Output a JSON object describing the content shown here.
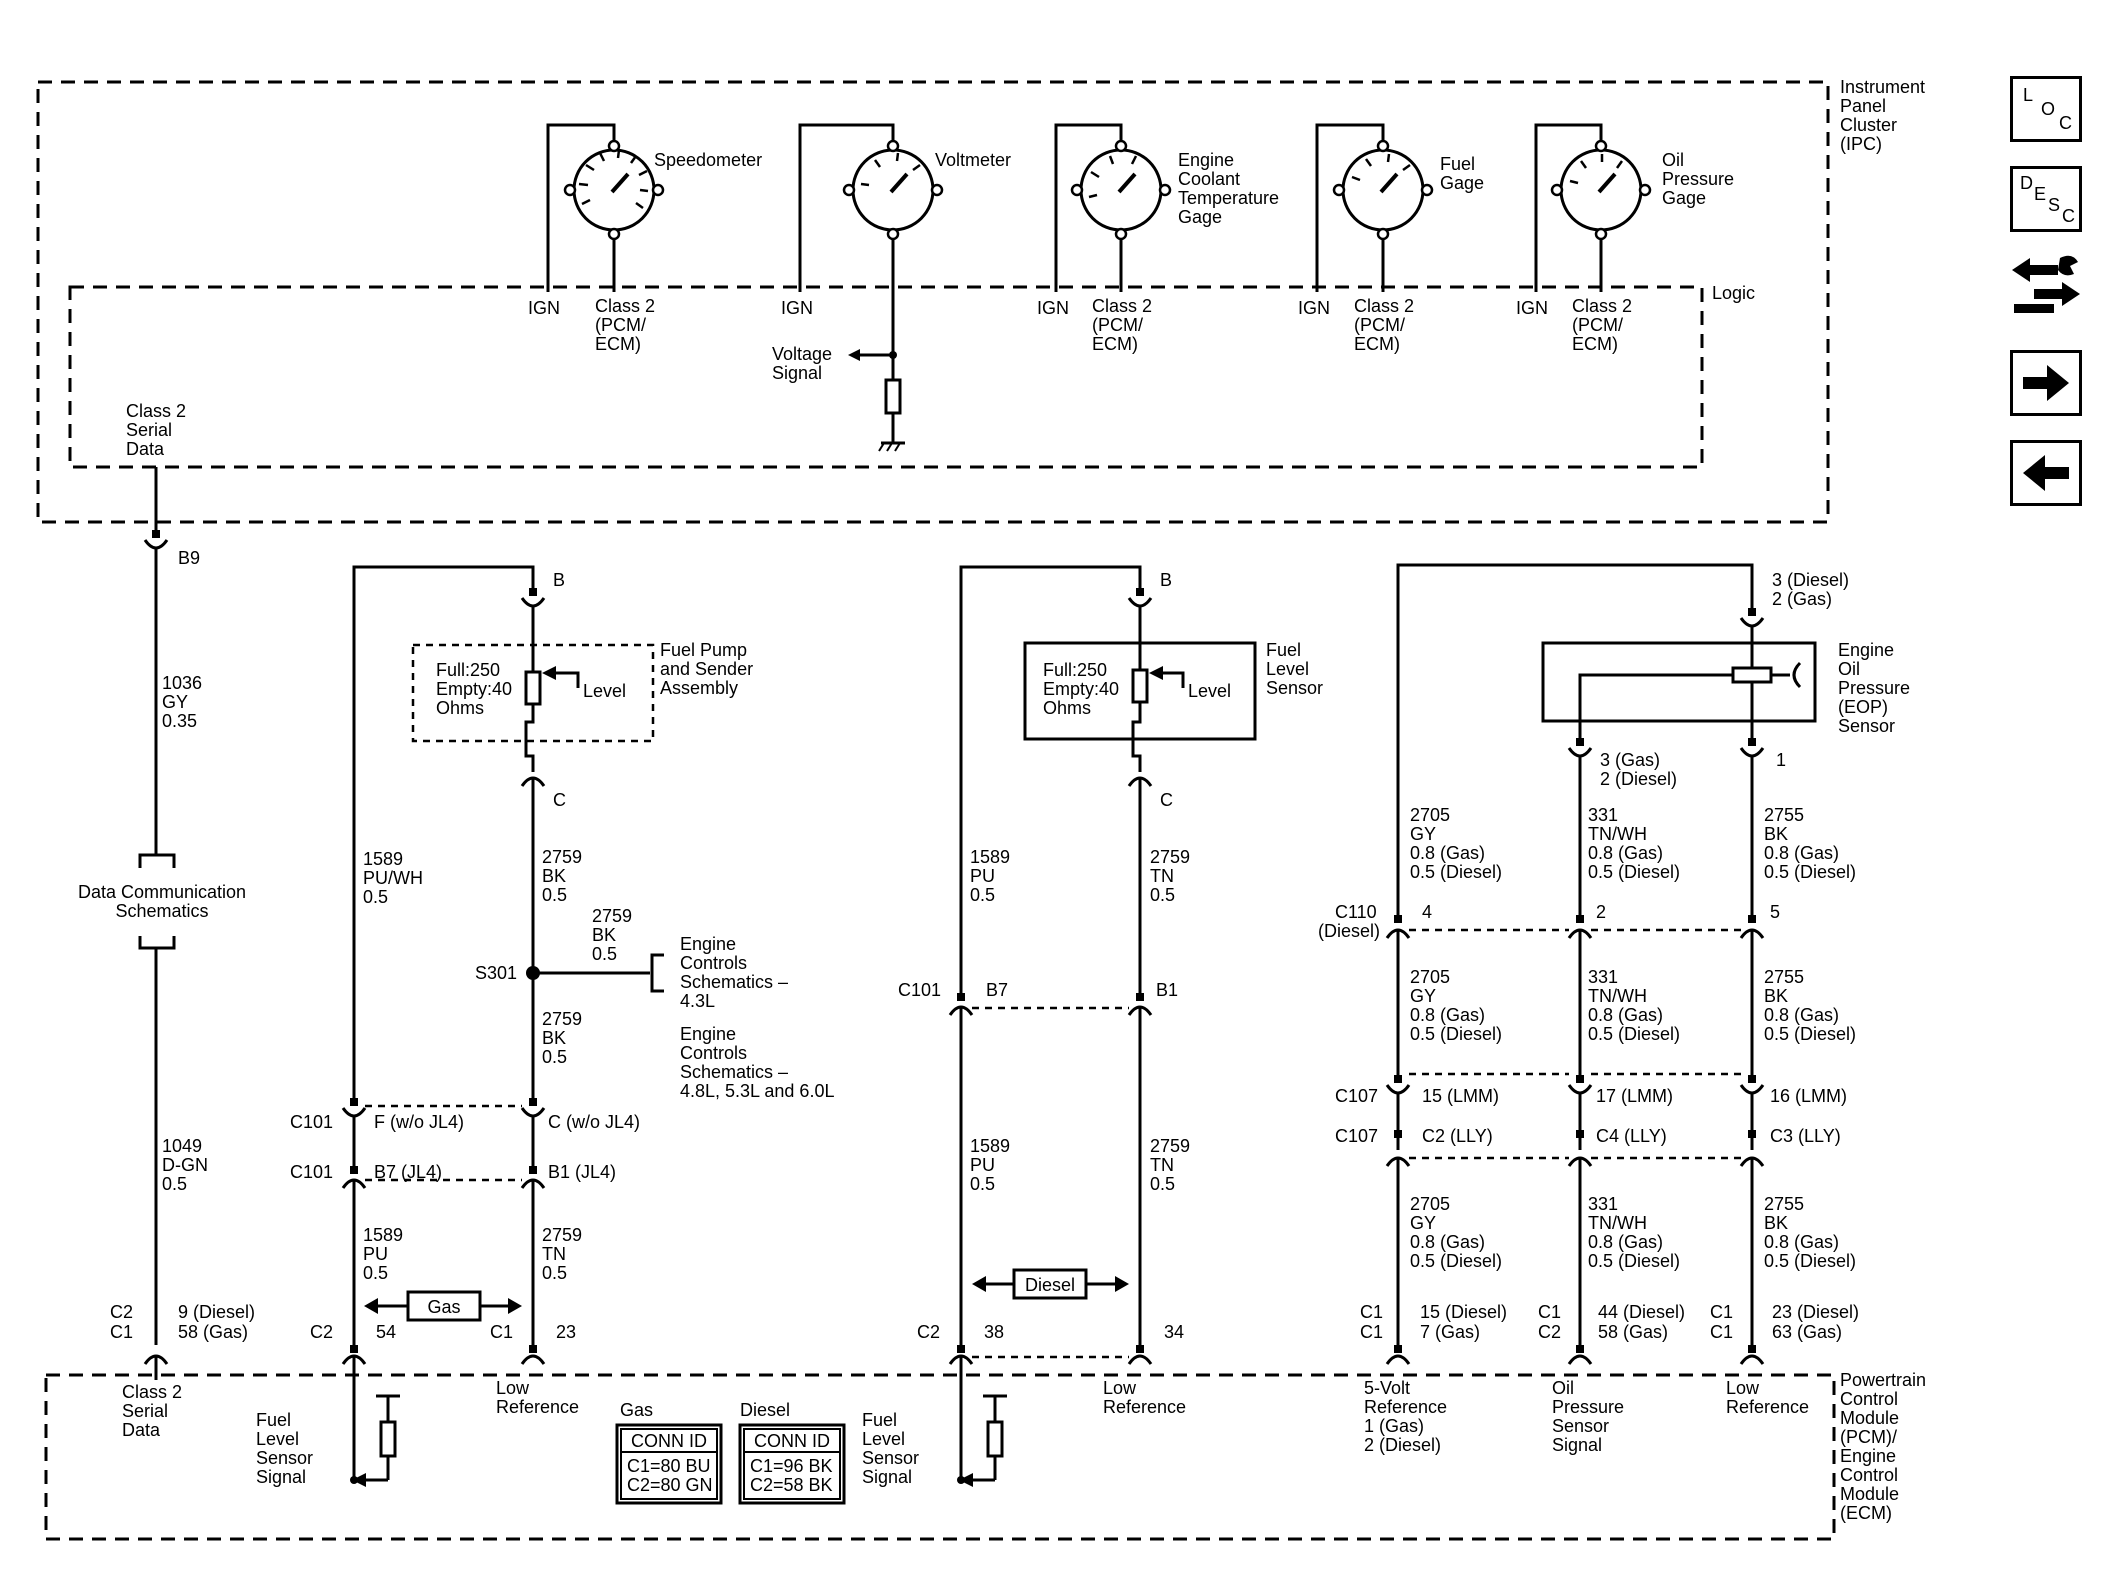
{
  "modules": {
    "ipc": {
      "lines": [
        "Instrument",
        "Panel",
        "Cluster",
        "(IPC)"
      ],
      "logic": "Logic"
    },
    "pcm": {
      "lines": [
        "Powertrain",
        "Control",
        "Module",
        "(PCM)/",
        "Engine",
        "Control",
        "Module",
        "(ECM)"
      ]
    }
  },
  "gauges": [
    {
      "name": "speedometer",
      "label": [
        "Speedometer"
      ],
      "left": "IGN",
      "right": [
        "Class 2",
        "(PCM/",
        "ECM)"
      ]
    },
    {
      "name": "voltmeter",
      "label": [
        "Voltmeter"
      ],
      "left": "IGN",
      "right": []
    },
    {
      "name": "coolant",
      "label": [
        "Engine",
        "Coolant",
        "Temperature",
        "Gage"
      ],
      "left": "IGN",
      "right": [
        "Class 2",
        "(PCM/",
        "ECM)"
      ]
    },
    {
      "name": "fuel",
      "label": [
        "Fuel",
        "Gage"
      ],
      "left": "IGN",
      "right": [
        "Class 2",
        "(PCM/",
        "ECM)"
      ]
    },
    {
      "name": "oil",
      "label": [
        "Oil",
        "Pressure",
        "Gage"
      ],
      "left": "IGN",
      "right": [
        "Class 2",
        "(PCM/",
        "ECM)"
      ]
    }
  ],
  "voltage_signal": [
    "Voltage",
    "Signal"
  ],
  "serial": {
    "top": [
      "Class 2",
      "Serial",
      "Data"
    ],
    "conn_b9": "B9",
    "wire1": [
      "1036",
      "GY",
      "0.35"
    ],
    "dcs": [
      "Data Communication",
      "Schematics"
    ],
    "wire2": [
      "1049",
      "D-GN",
      "0.5"
    ],
    "c2": "C2",
    "c1": "C1",
    "pins": [
      "9 (Diesel)",
      "58 (Gas)"
    ],
    "bottom": [
      "Class 2",
      "Serial",
      "Data"
    ]
  },
  "gas_fuel": {
    "b": "B",
    "c": "C",
    "sender": [
      "Full:250",
      "Empty:40",
      "Ohms"
    ],
    "level": "Level",
    "assembly": [
      "Fuel Pump",
      "and Sender",
      "Assembly"
    ],
    "wire_left": [
      "1589",
      "PU/WH",
      "0.5"
    ],
    "wire_right": [
      "2759",
      "BK",
      "0.5"
    ],
    "branch": [
      "2759",
      "BK",
      "0.5"
    ],
    "s301": "S301",
    "engine_43": [
      "Engine",
      "Controls",
      "Schematics –",
      "4.3L"
    ],
    "engine_48": [
      "Engine",
      "Controls",
      "Schematics –",
      "4.8L, 5.3L and 6.0L"
    ],
    "wire_right2": [
      "2759",
      "BK",
      "0.5"
    ],
    "c101a": "C101",
    "pin_f": "F (w/o JL4)",
    "pin_c": "C (w/o JL4)",
    "c101b": "C101",
    "pin_b7": "B7 (JL4)",
    "pin_b1": "B1 (JL4)",
    "wire_left2": [
      "1589",
      "PU",
      "0.5"
    ],
    "wire_right3": [
      "2759",
      "TN",
      "0.5"
    ],
    "gas_box": "Gas",
    "c2": "C2",
    "pin_54": "54",
    "c1": "C1",
    "pin_23": "23",
    "fls": [
      "Fuel",
      "Level",
      "Sensor",
      "Signal"
    ],
    "low_ref": [
      "Low",
      "Reference"
    ]
  },
  "conn_ids": [
    {
      "title": "Gas",
      "header": "CONN ID",
      "rows": [
        "C1=80 BU",
        "C2=80 GN"
      ]
    },
    {
      "title": "Diesel",
      "header": "CONN ID",
      "rows": [
        "C1=96 BK",
        "C2=58 BK"
      ]
    }
  ],
  "diesel_fuel": {
    "b": "B",
    "c": "C",
    "sender": [
      "Full:250",
      "Empty:40",
      "Ohms"
    ],
    "level": "Level",
    "sensor": [
      "Fuel",
      "Level",
      "Sensor"
    ],
    "wire_left": [
      "1589",
      "PU",
      "0.5"
    ],
    "wire_right": [
      "2759",
      "TN",
      "0.5"
    ],
    "c101": "C101",
    "pin_b7": "B7",
    "pin_b1": "B1",
    "wire_left2": [
      "1589",
      "PU",
      "0.5"
    ],
    "wire_right2": [
      "2759",
      "TN",
      "0.5"
    ],
    "diesel_box": "Diesel",
    "c2": "C2",
    "pin_38": "38",
    "pin_34": "34",
    "fls": [
      "Fuel",
      "Level",
      "Sensor",
      "Signal"
    ],
    "low_ref": [
      "Low",
      "Reference"
    ]
  },
  "oil": {
    "top_pins": [
      "3 (Diesel)",
      "2 (Gas)"
    ],
    "sensor": [
      "Engine",
      "Oil",
      "Pressure",
      "(EOP)",
      "Sensor"
    ],
    "mid_pin": [
      "3 (Gas)",
      "2 (Diesel)"
    ],
    "right_pin": "1",
    "wires": [
      [
        "2705",
        "GY",
        "0.8 (Gas)",
        "0.5 (Diesel)"
      ],
      [
        "331",
        "TN/WH",
        "0.8 (Gas)",
        "0.5 (Diesel)"
      ],
      [
        "2755",
        "BK",
        "0.8 (Gas)",
        "0.5 (Diesel)"
      ]
    ],
    "c110": [
      "C110",
      "(Diesel)"
    ],
    "c110_pins": [
      "4",
      "2",
      "5"
    ],
    "c107a": "C107",
    "c107a_pins": [
      "15 (LMM)",
      "17 (LMM)",
      "16 (LMM)"
    ],
    "c107b": "C107",
    "c107b_pins": [
      "C2 (LLY)",
      "C4 (LLY)",
      "C3 (LLY)"
    ],
    "bottom_conn": [
      [
        "C1",
        "C1"
      ],
      [
        "C1",
        "C2"
      ],
      [
        "C1",
        "C1"
      ]
    ],
    "bottom_pins": [
      [
        "15 (Diesel)",
        "7 (Gas)"
      ],
      [
        "44 (Diesel)",
        "58 (Gas)"
      ],
      [
        "23 (Diesel)",
        "63 (Gas)"
      ]
    ],
    "bottom_labels": [
      [
        "5-Volt",
        "Reference",
        "1 (Gas)",
        "2 (Diesel)"
      ],
      [
        "Oil",
        "Pressure",
        "Sensor",
        "Signal"
      ],
      [
        "Low",
        "Reference"
      ]
    ]
  },
  "nav": {
    "loc": {
      "a": "L",
      "b": "O",
      "c": "C"
    },
    "desc": {
      "a": "D",
      "b": "E",
      "c": "S",
      "d": "C"
    }
  }
}
